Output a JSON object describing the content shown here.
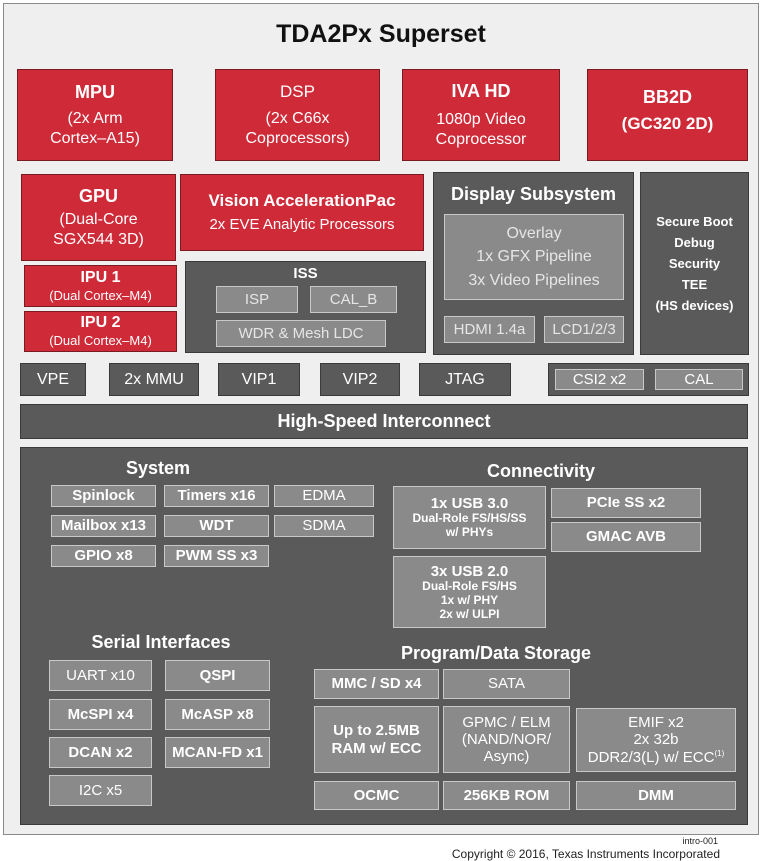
{
  "title": "TDA2Px Superset",
  "mpu": {
    "name": "MPU",
    "l1": "(2x Arm",
    "l2": "Cortex–A15)"
  },
  "dsp": {
    "name": "DSP",
    "l1": "(2x C66x",
    "l2": "Coprocessors)"
  },
  "iva": {
    "name": "IVA HD",
    "l1": "1080p Video",
    "l2": "Coprocessor"
  },
  "bb2d": {
    "name": "BB2D",
    "l1": "(GC320 2D)"
  },
  "gpu": {
    "name": "GPU",
    "l1": "(Dual-Core",
    "l2": "SGX544 3D)"
  },
  "vision": {
    "name": "Vision AccelerationPac",
    "l1": "2x EVE Analytic Processors"
  },
  "ipu1": {
    "name": "IPU 1",
    "l1": "(Dual Cortex–M4)"
  },
  "ipu2": {
    "name": "IPU 2",
    "l1": "(Dual Cortex–M4)"
  },
  "iss": {
    "name": "ISS",
    "isp": "ISP",
    "calb": "CAL_B",
    "wdr": "WDR & Mesh LDC"
  },
  "dss": {
    "name": "Display Subsystem",
    "l1": "Overlay",
    "l2": "1x GFX Pipeline",
    "l3": "3x Video Pipelines",
    "hdmi": "HDMI 1.4a",
    "lcd": "LCD1/2/3"
  },
  "secure": {
    "l1": "Secure Boot",
    "l2": "Debug",
    "l3": "Security",
    "l4": "TEE",
    "l5": "(HS devices)"
  },
  "row": {
    "vpe": "VPE",
    "mmu": "2x MMU",
    "vip1": "VIP1",
    "vip2": "VIP2",
    "jtag": "JTAG",
    "csi2": "CSI2 x2",
    "cal": "CAL"
  },
  "interconnect": "High-Speed Interconnect",
  "system": {
    "title": "System",
    "spinlock": "Spinlock",
    "timers": "Timers x16",
    "edma": "EDMA",
    "mailbox": "Mailbox x13",
    "wdt": "WDT",
    "sdma": "SDMA",
    "gpio": "GPIO x8",
    "pwm": "PWM SS x3"
  },
  "connectivity": {
    "title": "Connectivity",
    "usb3": "1x USB 3.0",
    "usb3_l1": "Dual-Role FS/HS/SS",
    "usb3_l2": "w/ PHYs",
    "pcie": "PCIe SS x2",
    "gmac": "GMAC AVB",
    "usb2": "3x USB 2.0",
    "usb2_l1": "Dual-Role FS/HS",
    "usb2_l2": "1x w/ PHY",
    "usb2_l3": "2x w/ ULPI"
  },
  "serial": {
    "title": "Serial Interfaces",
    "uart": "UART x10",
    "qspi": "QSPI",
    "mcspi": "McSPI x4",
    "mcasp": "McASP x8",
    "dcan": "DCAN x2",
    "mcanfd": "MCAN-FD x1",
    "i2c": "I2C x5"
  },
  "storage": {
    "title": "Program/Data Storage",
    "mmc": "MMC / SD x4",
    "sata": "SATA",
    "ram_l1": "Up to 2.5MB",
    "ram_l2": "RAM w/ ECC",
    "gpmc_l1": "GPMC / ELM",
    "gpmc_l2": "(NAND/NOR/",
    "gpmc_l3": "Async)",
    "emif_l1": "EMIF x2",
    "emif_l2": "2x 32b",
    "emif_l3": "DDR2/3(L) w/ ECC",
    "emif_note": "(1)",
    "ocmc": "OCMC",
    "rom": "256KB ROM",
    "dmm": "DMM"
  },
  "footer": {
    "code": "intro-001",
    "copyright": "Copyright © 2016, Texas Instruments Incorporated"
  }
}
